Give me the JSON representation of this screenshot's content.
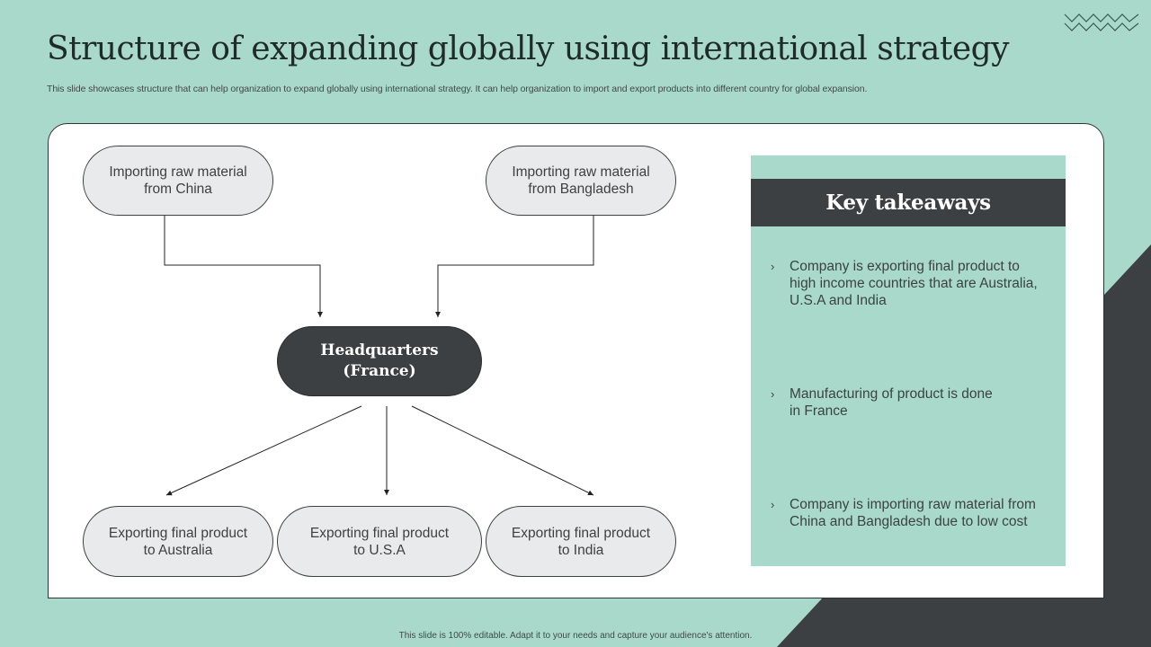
{
  "slide": {
    "title": "Structure of expanding globally using international strategy",
    "subtitle": "This slide showcases structure that can help organization to expand globally using international strategy. It can help organization to import and export products into different country for global expansion.",
    "footer": "This slide is 100% editable.  Adapt it to your needs and capture your audience's attention.",
    "decorations": {
      "zigzag_icon": "double-zigzag",
      "accent_color": "#a9d9ca",
      "dark_color": "#3c4043"
    }
  },
  "diagram": {
    "imports": [
      {
        "id": "china",
        "label": "Importing raw material\nfrom China"
      },
      {
        "id": "bangladesh",
        "label": "Importing raw material\nfrom Bangladesh"
      }
    ],
    "headquarters": {
      "label": "Headquarters\n(France)"
    },
    "exports": [
      {
        "id": "australia",
        "label": "Exporting final product\nto Australia"
      },
      {
        "id": "usa",
        "label": "Exporting final product\nto U.S.A"
      },
      {
        "id": "india",
        "label": "Exporting final product\nto India"
      }
    ],
    "edges": [
      {
        "from": "china",
        "to": "headquarters"
      },
      {
        "from": "bangladesh",
        "to": "headquarters"
      },
      {
        "from": "headquarters",
        "to": "australia"
      },
      {
        "from": "headquarters",
        "to": "usa"
      },
      {
        "from": "headquarters",
        "to": "india"
      }
    ]
  },
  "key_takeaways": {
    "title": "Key takeaways",
    "bullet_icon": "chevron-right",
    "bullet_glyph": "›",
    "items": [
      {
        "text": "Company is exporting final product to\nhigh income countries that  are Australia,\nU.S.A and India"
      },
      {
        "text": "Manufacturing  of product is done\nin France"
      },
      {
        "text": "Company is importing raw material from\nChina and Bangladesh due to low cost"
      }
    ]
  }
}
